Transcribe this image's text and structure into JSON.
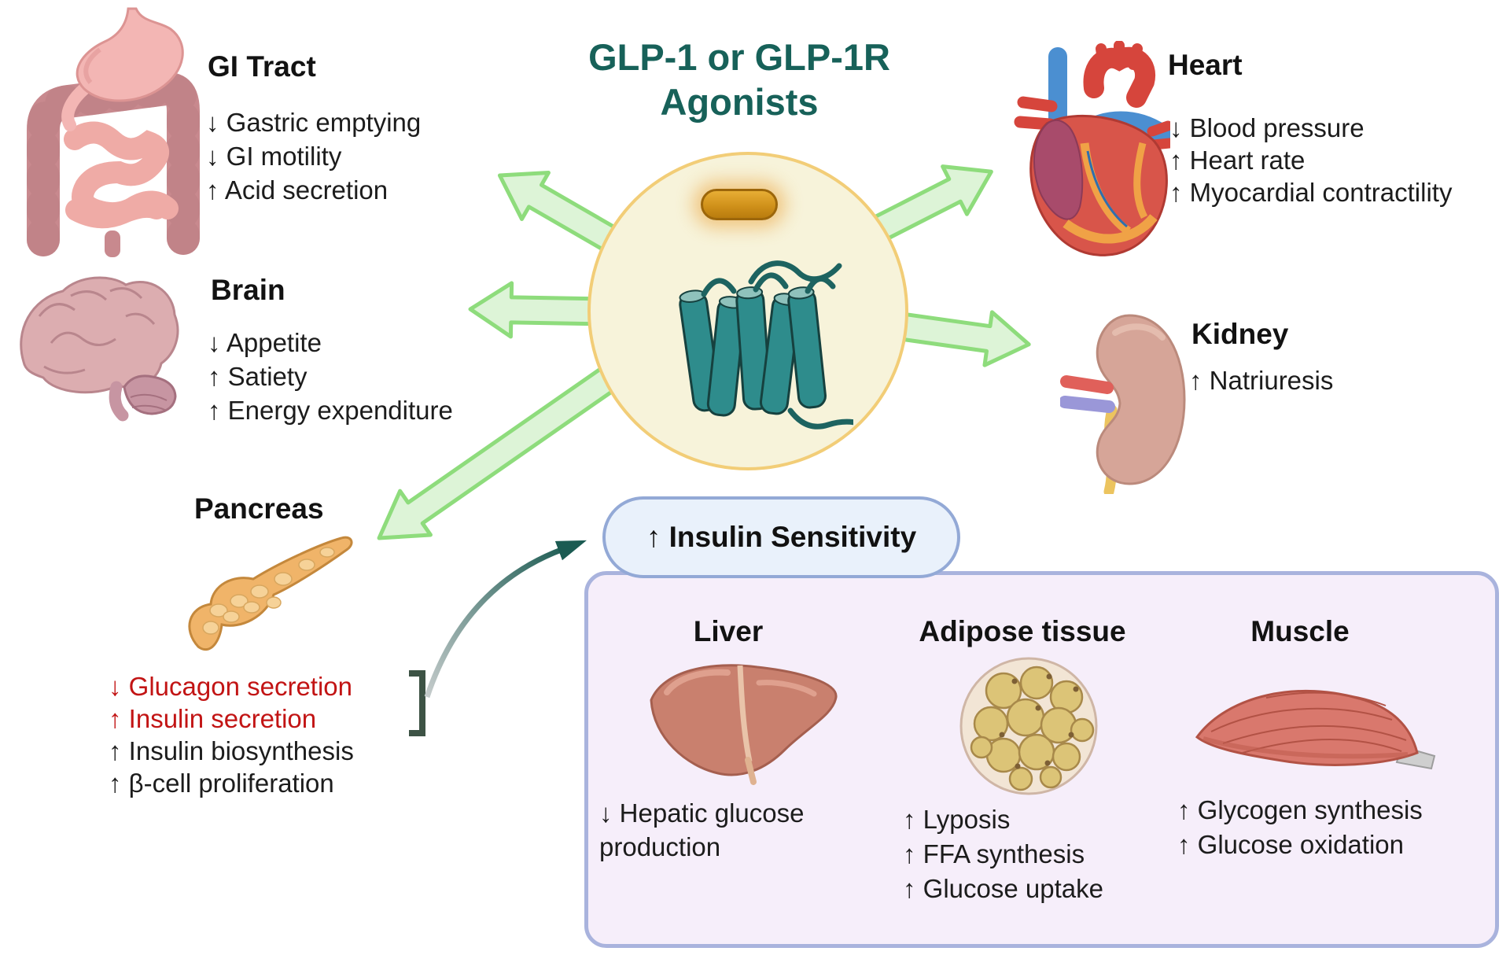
{
  "title": {
    "line1": "GLP-1 or GLP-1R",
    "line2": "Agonists"
  },
  "sections": {
    "gi_tract": {
      "heading": "GI Tract",
      "items": [
        "↓ Gastric emptying",
        "↓ GI motility",
        "↑ Acid secretion"
      ]
    },
    "brain": {
      "heading": "Brain",
      "items": [
        "↓ Appetite",
        "↑ Satiety",
        "↑ Energy expenditure"
      ]
    },
    "pancreas": {
      "heading": "Pancreas",
      "items": [
        "↓ Glucagon secretion",
        "↑ Insulin secretion",
        "↑ Insulin biosynthesis",
        "↑ β-cell proliferation"
      ]
    },
    "heart": {
      "heading": "Heart",
      "items": [
        "↓ Blood pressure",
        "↑ Heart rate",
        "↑ Myocardial contractility"
      ]
    },
    "kidney": {
      "heading": "Kidney",
      "items": [
        "↑ Natriuresis"
      ]
    }
  },
  "insulin_sensitivity": {
    "label": "↑ Insulin Sensitivity"
  },
  "metabolic_panel": {
    "liver": {
      "heading": "Liver",
      "items": [
        "↓ Hepatic glucose production"
      ]
    },
    "adipose": {
      "heading": "Adipose tissue",
      "items": [
        "↑ Lyposis",
        "↑ FFA synthesis",
        "↑ Glucose uptake"
      ]
    },
    "muscle": {
      "heading": "Muscle",
      "items": [
        "↑ Glycogen synthesis",
        "↑ Glucose oxidation"
      ]
    }
  },
  "icons": {
    "center": [
      "cell-circle",
      "drug-capsule-icon",
      "glp1-receptor-icon"
    ],
    "organs": [
      "gi-tract-icon",
      "brain-icon",
      "pancreas-icon",
      "heart-icon",
      "kidney-icon",
      "liver-icon",
      "adipose-tissue-icon",
      "muscle-icon"
    ],
    "connectors": [
      "arrow-to-gi-tract",
      "arrow-to-brain",
      "arrow-to-pancreas",
      "arrow-to-heart",
      "arrow-to-kidney",
      "curved-arrow-to-insulin-sensitivity",
      "bracket-secretion-group"
    ]
  },
  "colors": {
    "title_teal": "#176159",
    "emphasis_red": "#c21414",
    "arrow_green_fill": "#ddf4d7",
    "arrow_green_stroke": "#8edc7c",
    "cell_fill": "#f7f3da",
    "cell_border": "#f2cd77",
    "capsule_orange": "#d0911a",
    "receptor_teal": "#2e8c8c",
    "pill_bg": "#e9f1fb",
    "pill_border": "#93a9d6",
    "panel_bg": "#f6eefa",
    "panel_border": "#a9b3dd",
    "curved_arrow_teal": "#1b5b52"
  }
}
